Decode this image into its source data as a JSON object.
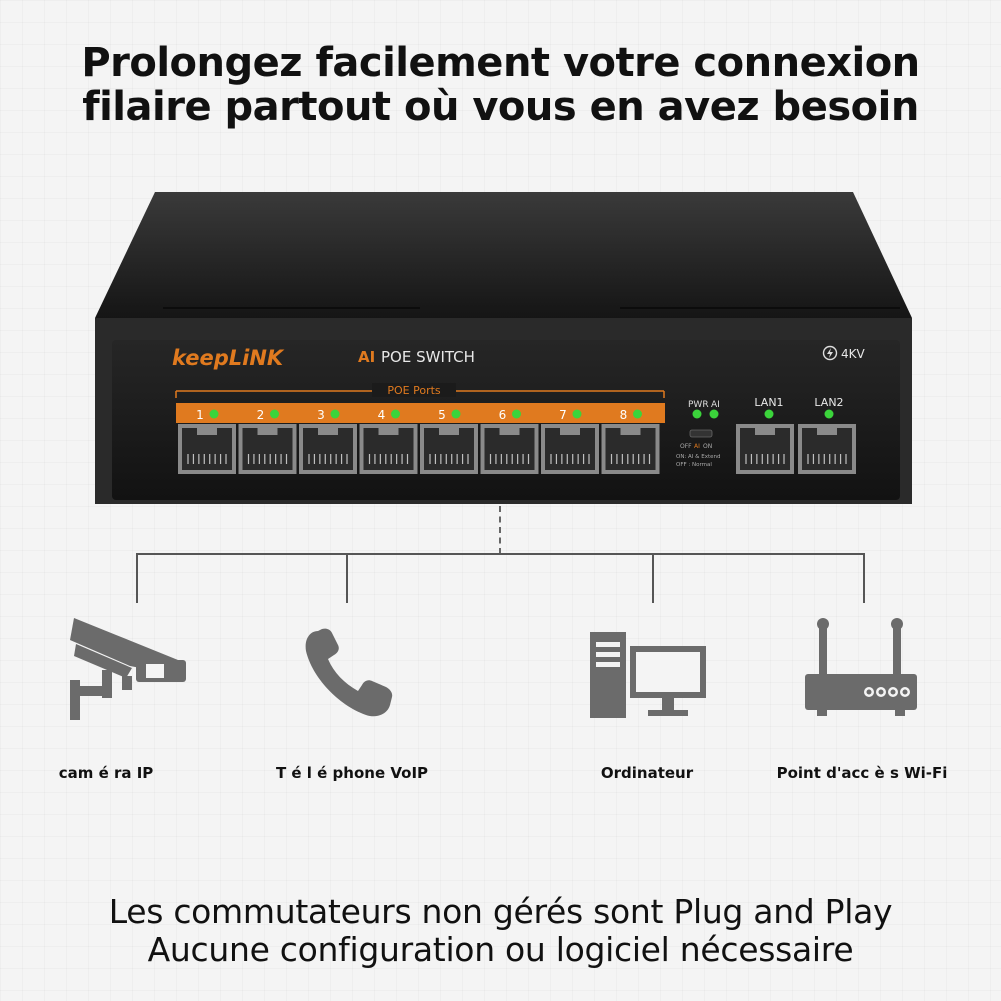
{
  "headline": {
    "line1": "Prolongez facilement votre connexion",
    "line2": "filaire partout où vous en avez besoin"
  },
  "switch": {
    "brand": "keepLiNK",
    "ai_badge": "AI",
    "model": "POE SWITCH",
    "surge_protection": "4KV",
    "poe_section_label": "POE Ports",
    "ports": [
      "1",
      "2",
      "3",
      "4",
      "5",
      "6",
      "7",
      "8"
    ],
    "pwr_label": "PWR",
    "ai_label": "AI",
    "switch_off": "OFF",
    "switch_ai": "AI",
    "switch_on": "ON",
    "note_on": "ON: AI & Extend",
    "note_off": "OFF : Normal",
    "lan_ports": [
      "LAN1",
      "LAN2"
    ],
    "colors": {
      "body": "#1c1c1c",
      "orange": "#e07a1f",
      "led": "#3bd43b"
    }
  },
  "devices": [
    {
      "icon": "cctv-camera-icon",
      "label": "cam é ra IP"
    },
    {
      "icon": "phone-icon",
      "label": "T é l é phone VoIP"
    },
    {
      "icon": "desktop-computer-icon",
      "label": "Ordinateur"
    },
    {
      "icon": "wifi-router-icon",
      "label": "Point d'acc è s Wi-Fi"
    }
  ],
  "footer": {
    "line1": "Les commutateurs non gérés sont Plug and Play",
    "line2": "Aucune configuration ou logiciel nécessaire"
  }
}
